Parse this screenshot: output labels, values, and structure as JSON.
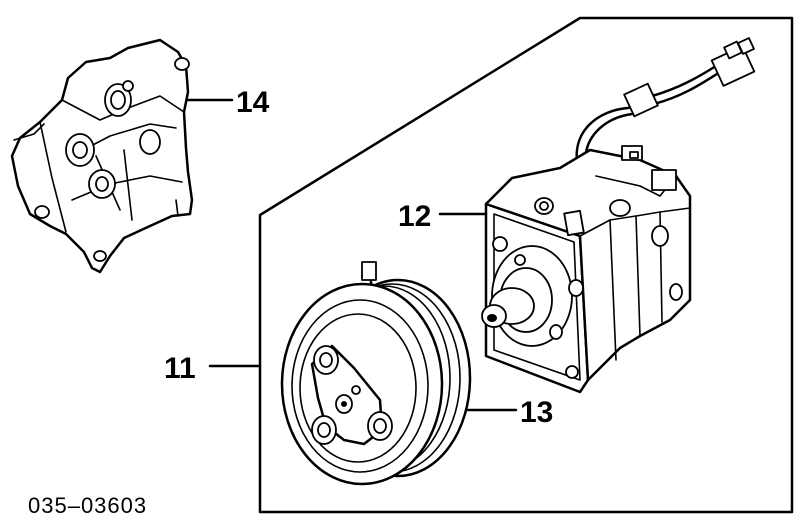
{
  "diagram_code": "035–03603",
  "callouts": {
    "assembly": "11",
    "compressor": "12",
    "clutch_pulley": "13",
    "bracket": "14"
  }
}
